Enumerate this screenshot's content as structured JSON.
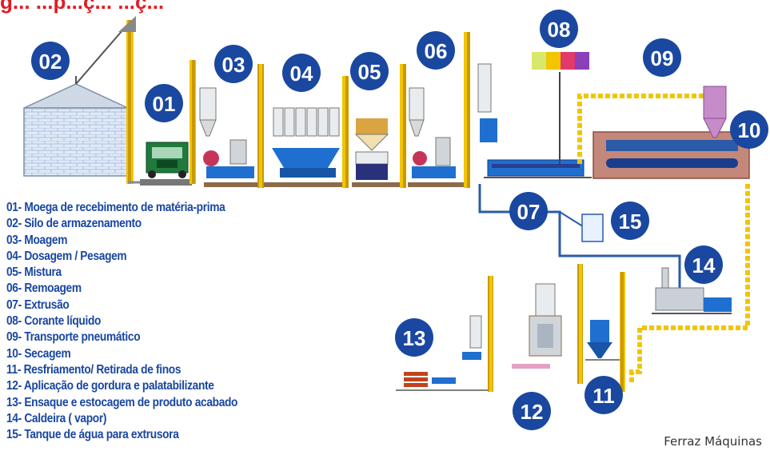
{
  "title_fragment": "g...  ...p...ç... ...ç...",
  "badges": {
    "b01": "01",
    "b02": "02",
    "b03": "03",
    "b04": "04",
    "b05": "05",
    "b06": "06",
    "b07": "07",
    "b08": "08",
    "b09": "09",
    "b10": "10",
    "b11": "11",
    "b12": "12",
    "b13": "13",
    "b14": "14",
    "b15": "15"
  },
  "legend": [
    "01- Moega de recebimento de matéria-prima",
    "02- Silo de armazenamento",
    "03- Moagem",
    "04- Dosagem / Pesagem",
    "05- Mistura",
    "06- Remoagem",
    "07- Extrusão",
    "08- Corante líquido",
    "09- Transporte pneumático",
    "10- Secagem",
    "11- Resfriamento/ Retirada de finos",
    "12- Aplicação de gordura e palatabilizante",
    "13- Ensaque e estocagem de produto acabado",
    "14- Caldeira ( vapor)",
    "15- Tanque de água para extrusora"
  ],
  "credit": "Ferraz Máquinas",
  "colors": {
    "badge": "#1a47a0",
    "conveyor": "#f2c500",
    "pipe": "#2b5aa8",
    "title": "#e21b23"
  }
}
